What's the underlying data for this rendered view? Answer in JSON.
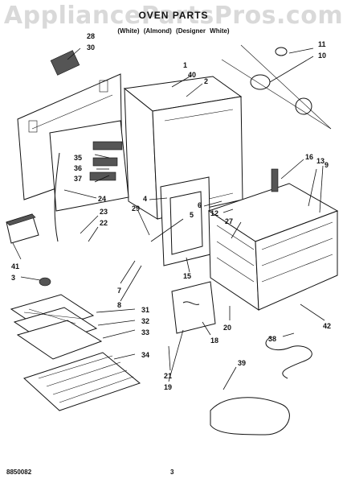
{
  "watermark": "AppliancePartsPros.com",
  "title": "OVEN PARTS",
  "subtitle": "",
  "variants": "(White)   (Almond)   (Designer White)",
  "footer": {
    "doc_number": "8850082",
    "page": "3"
  },
  "callouts": [
    "28",
    "30",
    "1",
    "40",
    "2",
    "11",
    "10",
    "16",
    "9",
    "13",
    "35",
    "36",
    "37",
    "24",
    "4",
    "23",
    "22",
    "29",
    "5",
    "12",
    "27",
    "41",
    "3",
    "7",
    "8",
    "15",
    "31",
    "32",
    "33",
    "34",
    "20",
    "42",
    "38",
    "18",
    "21",
    "19",
    "39",
    "6"
  ]
}
